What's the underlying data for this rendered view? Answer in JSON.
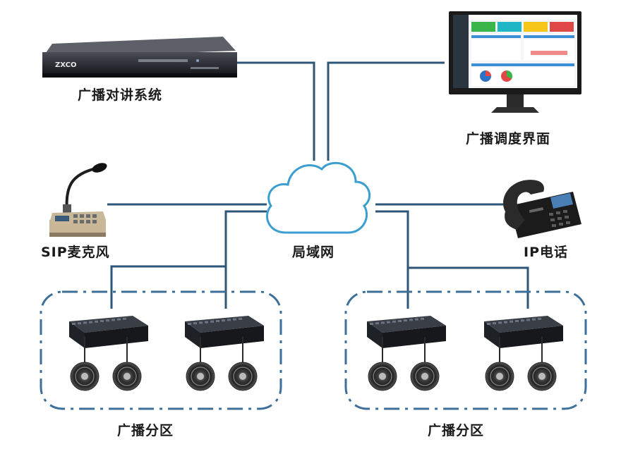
{
  "labels": {
    "broadcast_system": "广播对讲系统",
    "dispatch_ui": "广播调度界面",
    "sip_mic": "SIP麦克风",
    "lan": "局域网",
    "ip_phone": "IP电话",
    "zone_left": "广播分区",
    "zone_right": "广播分区"
  },
  "device_brand": "ZXCO",
  "colors": {
    "link": "#2e5677",
    "cloud": "#3a9fd0",
    "zone_border": "#3c6f9a"
  }
}
